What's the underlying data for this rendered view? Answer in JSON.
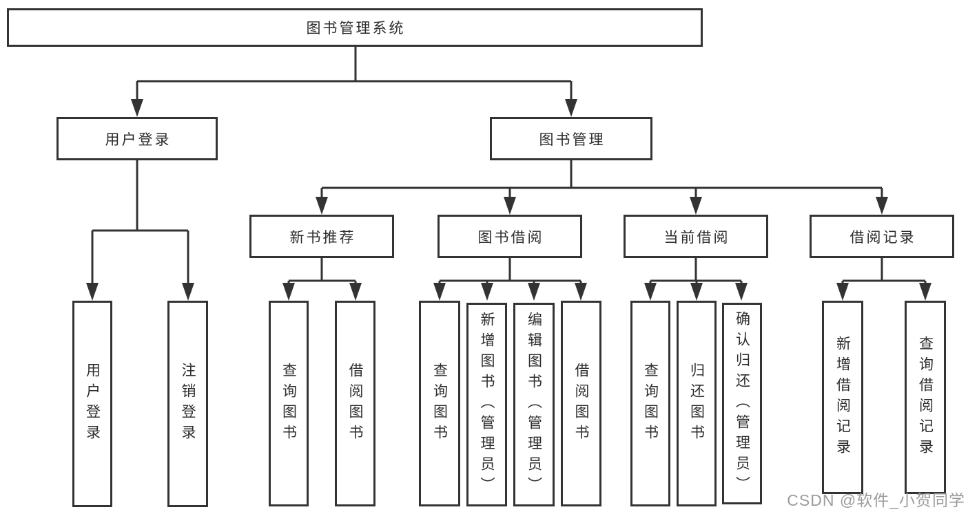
{
  "diagram": {
    "title": "图书管理系统",
    "nodes": {
      "root": {
        "label": "图书管理系统"
      },
      "user_login": {
        "label": "用户登录"
      },
      "book_management": {
        "label": "图书管理"
      },
      "new_book_recommend": {
        "label": "新书推荐"
      },
      "book_borrow": {
        "label": "图书借阅"
      },
      "current_borrow": {
        "label": "当前借阅"
      },
      "borrow_records": {
        "label": "借阅记录"
      },
      "leaf_user_login": {
        "label": "用户登录"
      },
      "leaf_logout": {
        "label": "注销登录"
      },
      "leaf_query_books_recommend": {
        "label": "查询图书"
      },
      "leaf_borrow_books_recommend": {
        "label": "借阅图书"
      },
      "leaf_query_books_borrow": {
        "label": "查询图书"
      },
      "leaf_add_books_admin": {
        "label": "新增图书（管理员）"
      },
      "leaf_edit_books_admin": {
        "label": "编辑图书（管理员）"
      },
      "leaf_borrow_books_borrow": {
        "label": "借阅图书"
      },
      "leaf_query_books_current": {
        "label": "查询图书"
      },
      "leaf_return_books": {
        "label": "归还图书"
      },
      "leaf_confirm_return_admin": {
        "label": "确认归还（管理员）"
      },
      "leaf_add_borrow_record": {
        "label": "新增借阅记录"
      },
      "leaf_query_borrow_record": {
        "label": "查询借阅记录"
      }
    },
    "colors": {
      "line": "#333333",
      "box_border": "#333333",
      "text": "#2d2d2d",
      "watermark_text": "#9c9c9c",
      "background": "#ffffff"
    }
  },
  "watermark": {
    "text": "CSDN @软件_小贺同学"
  }
}
